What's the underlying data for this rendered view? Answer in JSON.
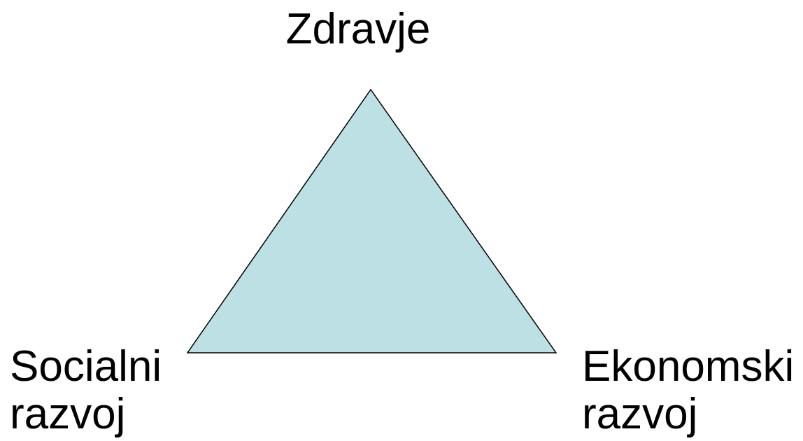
{
  "diagram": {
    "top_label": "Zdravje",
    "left_label": {
      "line1": "Socialni",
      "line2": "razvoj"
    },
    "right_label": {
      "line1": "Ekonomski",
      "line2": "razvoj"
    },
    "colors": {
      "triangle_fill": "#bce0e3",
      "triangle_stroke": "#000000",
      "text": "#000000",
      "background": "#ffffff"
    }
  }
}
